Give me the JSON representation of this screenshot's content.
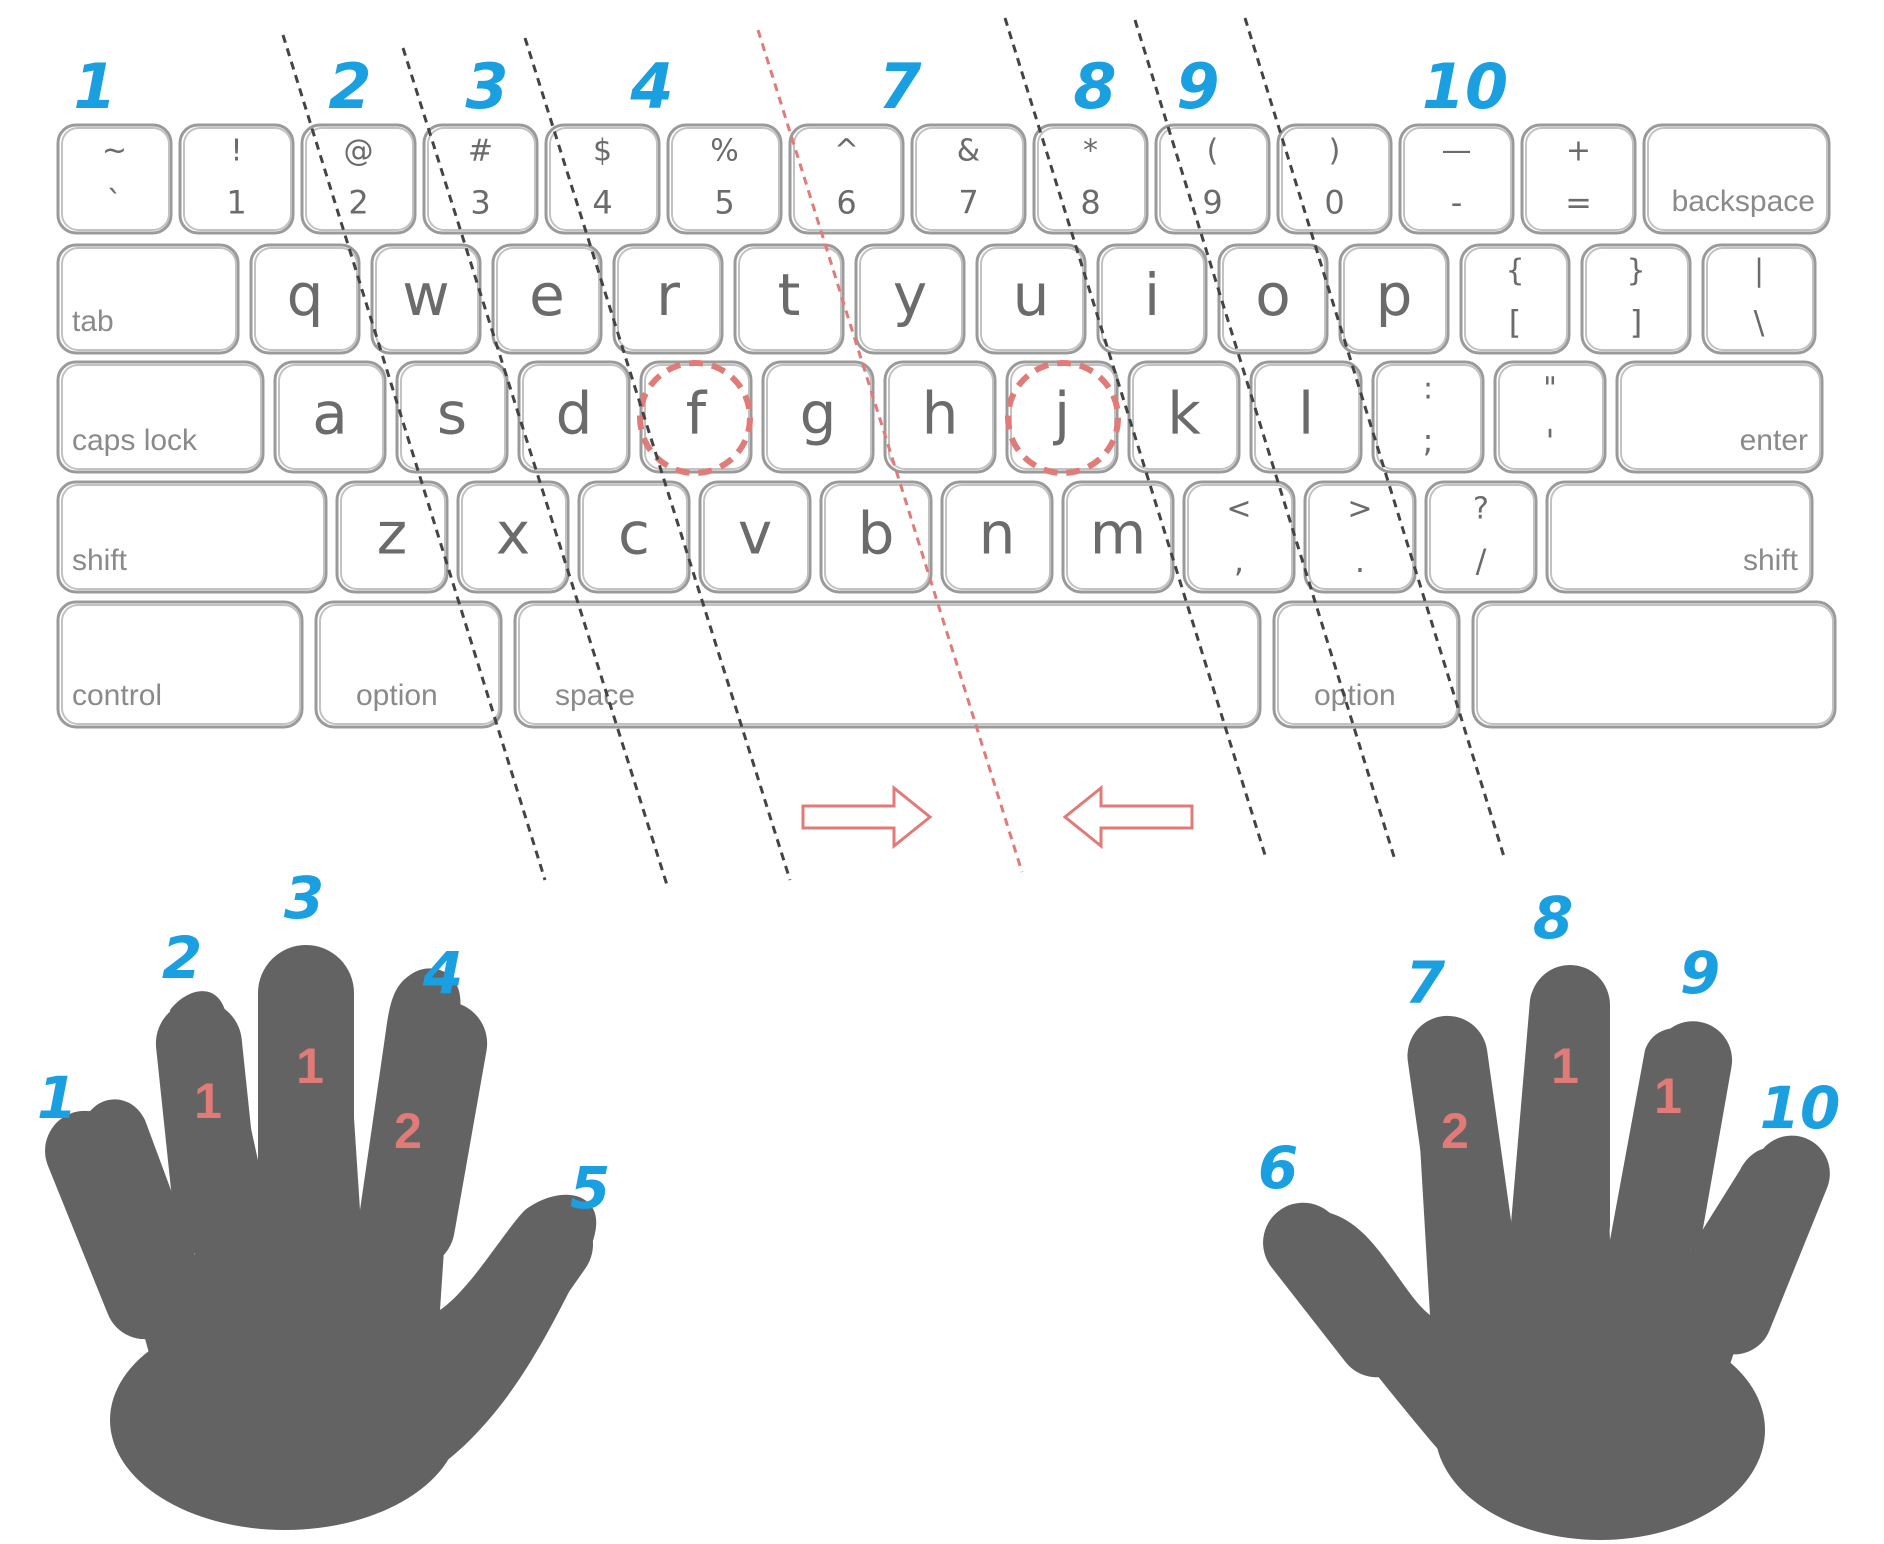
{
  "top_numbers": [
    "1",
    "2",
    "3",
    "4",
    "7",
    "8",
    "9",
    "10"
  ],
  "keyboard": {
    "row1": [
      {
        "top": "~",
        "bottom": "`"
      },
      {
        "top": "!",
        "bottom": "1"
      },
      {
        "top": "@",
        "bottom": "2"
      },
      {
        "top": "#",
        "bottom": "3"
      },
      {
        "top": "$",
        "bottom": "4"
      },
      {
        "top": "%",
        "bottom": "5"
      },
      {
        "top": "^",
        "bottom": "6"
      },
      {
        "top": "&",
        "bottom": "7"
      },
      {
        "top": "*",
        "bottom": "8"
      },
      {
        "top": "(",
        "bottom": "9"
      },
      {
        "top": ")",
        "bottom": "0"
      },
      {
        "top": "—",
        "bottom": "-"
      },
      {
        "top": "+",
        "bottom": "="
      },
      {
        "label": "backspace"
      }
    ],
    "row2": [
      {
        "label": "tab"
      },
      {
        "char": "q"
      },
      {
        "char": "w"
      },
      {
        "char": "e"
      },
      {
        "char": "r"
      },
      {
        "char": "t"
      },
      {
        "char": "y"
      },
      {
        "char": "u"
      },
      {
        "char": "i"
      },
      {
        "char": "o"
      },
      {
        "char": "p"
      },
      {
        "top": "{",
        "bottom": "["
      },
      {
        "top": "}",
        "bottom": "]"
      },
      {
        "top": "|",
        "bottom": "\\"
      }
    ],
    "row3": [
      {
        "label": "caps lock"
      },
      {
        "char": "a"
      },
      {
        "char": "s"
      },
      {
        "char": "d"
      },
      {
        "char": "f"
      },
      {
        "char": "g"
      },
      {
        "char": "h"
      },
      {
        "char": "j"
      },
      {
        "char": "k"
      },
      {
        "char": "l"
      },
      {
        "top": ":",
        "bottom": ";"
      },
      {
        "top": "\"",
        "bottom": "'"
      },
      {
        "label": "enter"
      }
    ],
    "row4": [
      {
        "label": "shift"
      },
      {
        "char": "z"
      },
      {
        "char": "x"
      },
      {
        "char": "c"
      },
      {
        "char": "v"
      },
      {
        "char": "b"
      },
      {
        "char": "n"
      },
      {
        "char": "m"
      },
      {
        "top": "<",
        "bottom": ","
      },
      {
        "top": ">",
        "bottom": "."
      },
      {
        "top": "?",
        "bottom": "/"
      },
      {
        "label": "shift"
      }
    ],
    "row5": [
      {
        "label": "control"
      },
      {
        "label": "option"
      },
      {
        "label": "space"
      },
      {
        "label": "option"
      },
      {
        "label": ""
      }
    ]
  },
  "home_keys": [
    "f",
    "j"
  ],
  "left_hand": {
    "numbers": [
      "1",
      "2",
      "3",
      "4",
      "5"
    ],
    "ranks": [
      "1",
      "1",
      "2"
    ]
  },
  "right_hand": {
    "numbers": [
      "6",
      "7",
      "8",
      "9",
      "10"
    ],
    "ranks": [
      "2",
      "1",
      "1"
    ]
  },
  "colors": {
    "finger_number": "#1a9fe0",
    "rank": "#e07b78",
    "hand": "#636363",
    "guide_line": "#444444",
    "center_line": "#e07b78",
    "key_outline": "#9a9a9a"
  }
}
